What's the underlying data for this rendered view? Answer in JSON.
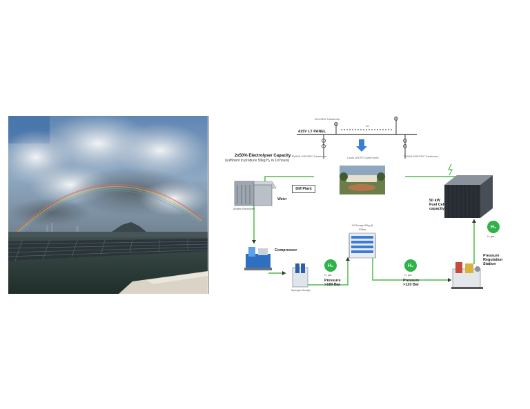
{
  "diagram": {
    "transformer_top": "11KV/415V Transformer",
    "panel_label": "415V LT PANEL",
    "sl_label": "S/L",
    "electrolyser_label": "2x50% Electrolyser Capacity",
    "electrolyser_sub": "(sufficient to produce 50kg H₂ in 10 hours)",
    "transformer_left": "800KVA 415V/230V Transformer",
    "guest_house_label": "Loads of NTPC Guest House",
    "transformer_right": "750KVA 415V/230V Transformer",
    "dm_plant": "DM Plant",
    "water": "Water",
    "electrolyser_caption": "Alkaline Electrolyser",
    "fuel_cell": "50 kW Fuel Cell capacity",
    "compressor": "Compressor",
    "h2_storage": "H2 Storage 50kg @ 200bar",
    "h2_symbol": "H₂",
    "pressure_left": "Pressure >180 Bar",
    "pressure_right": "Pressure >120 Bar",
    "pipe_left": "H₂ gas",
    "pipe_right": "H₂ gas",
    "pipe_fuel": "H₂ gas",
    "pressure_regulation": "Pressure Regulation Station",
    "hydrogen_dispenser": "Hydrogen Storage"
  },
  "colors": {
    "pipe": "#4cbc4c",
    "h2_badge": "#2fb24a",
    "arrow_blue": "#3a7fd5"
  }
}
